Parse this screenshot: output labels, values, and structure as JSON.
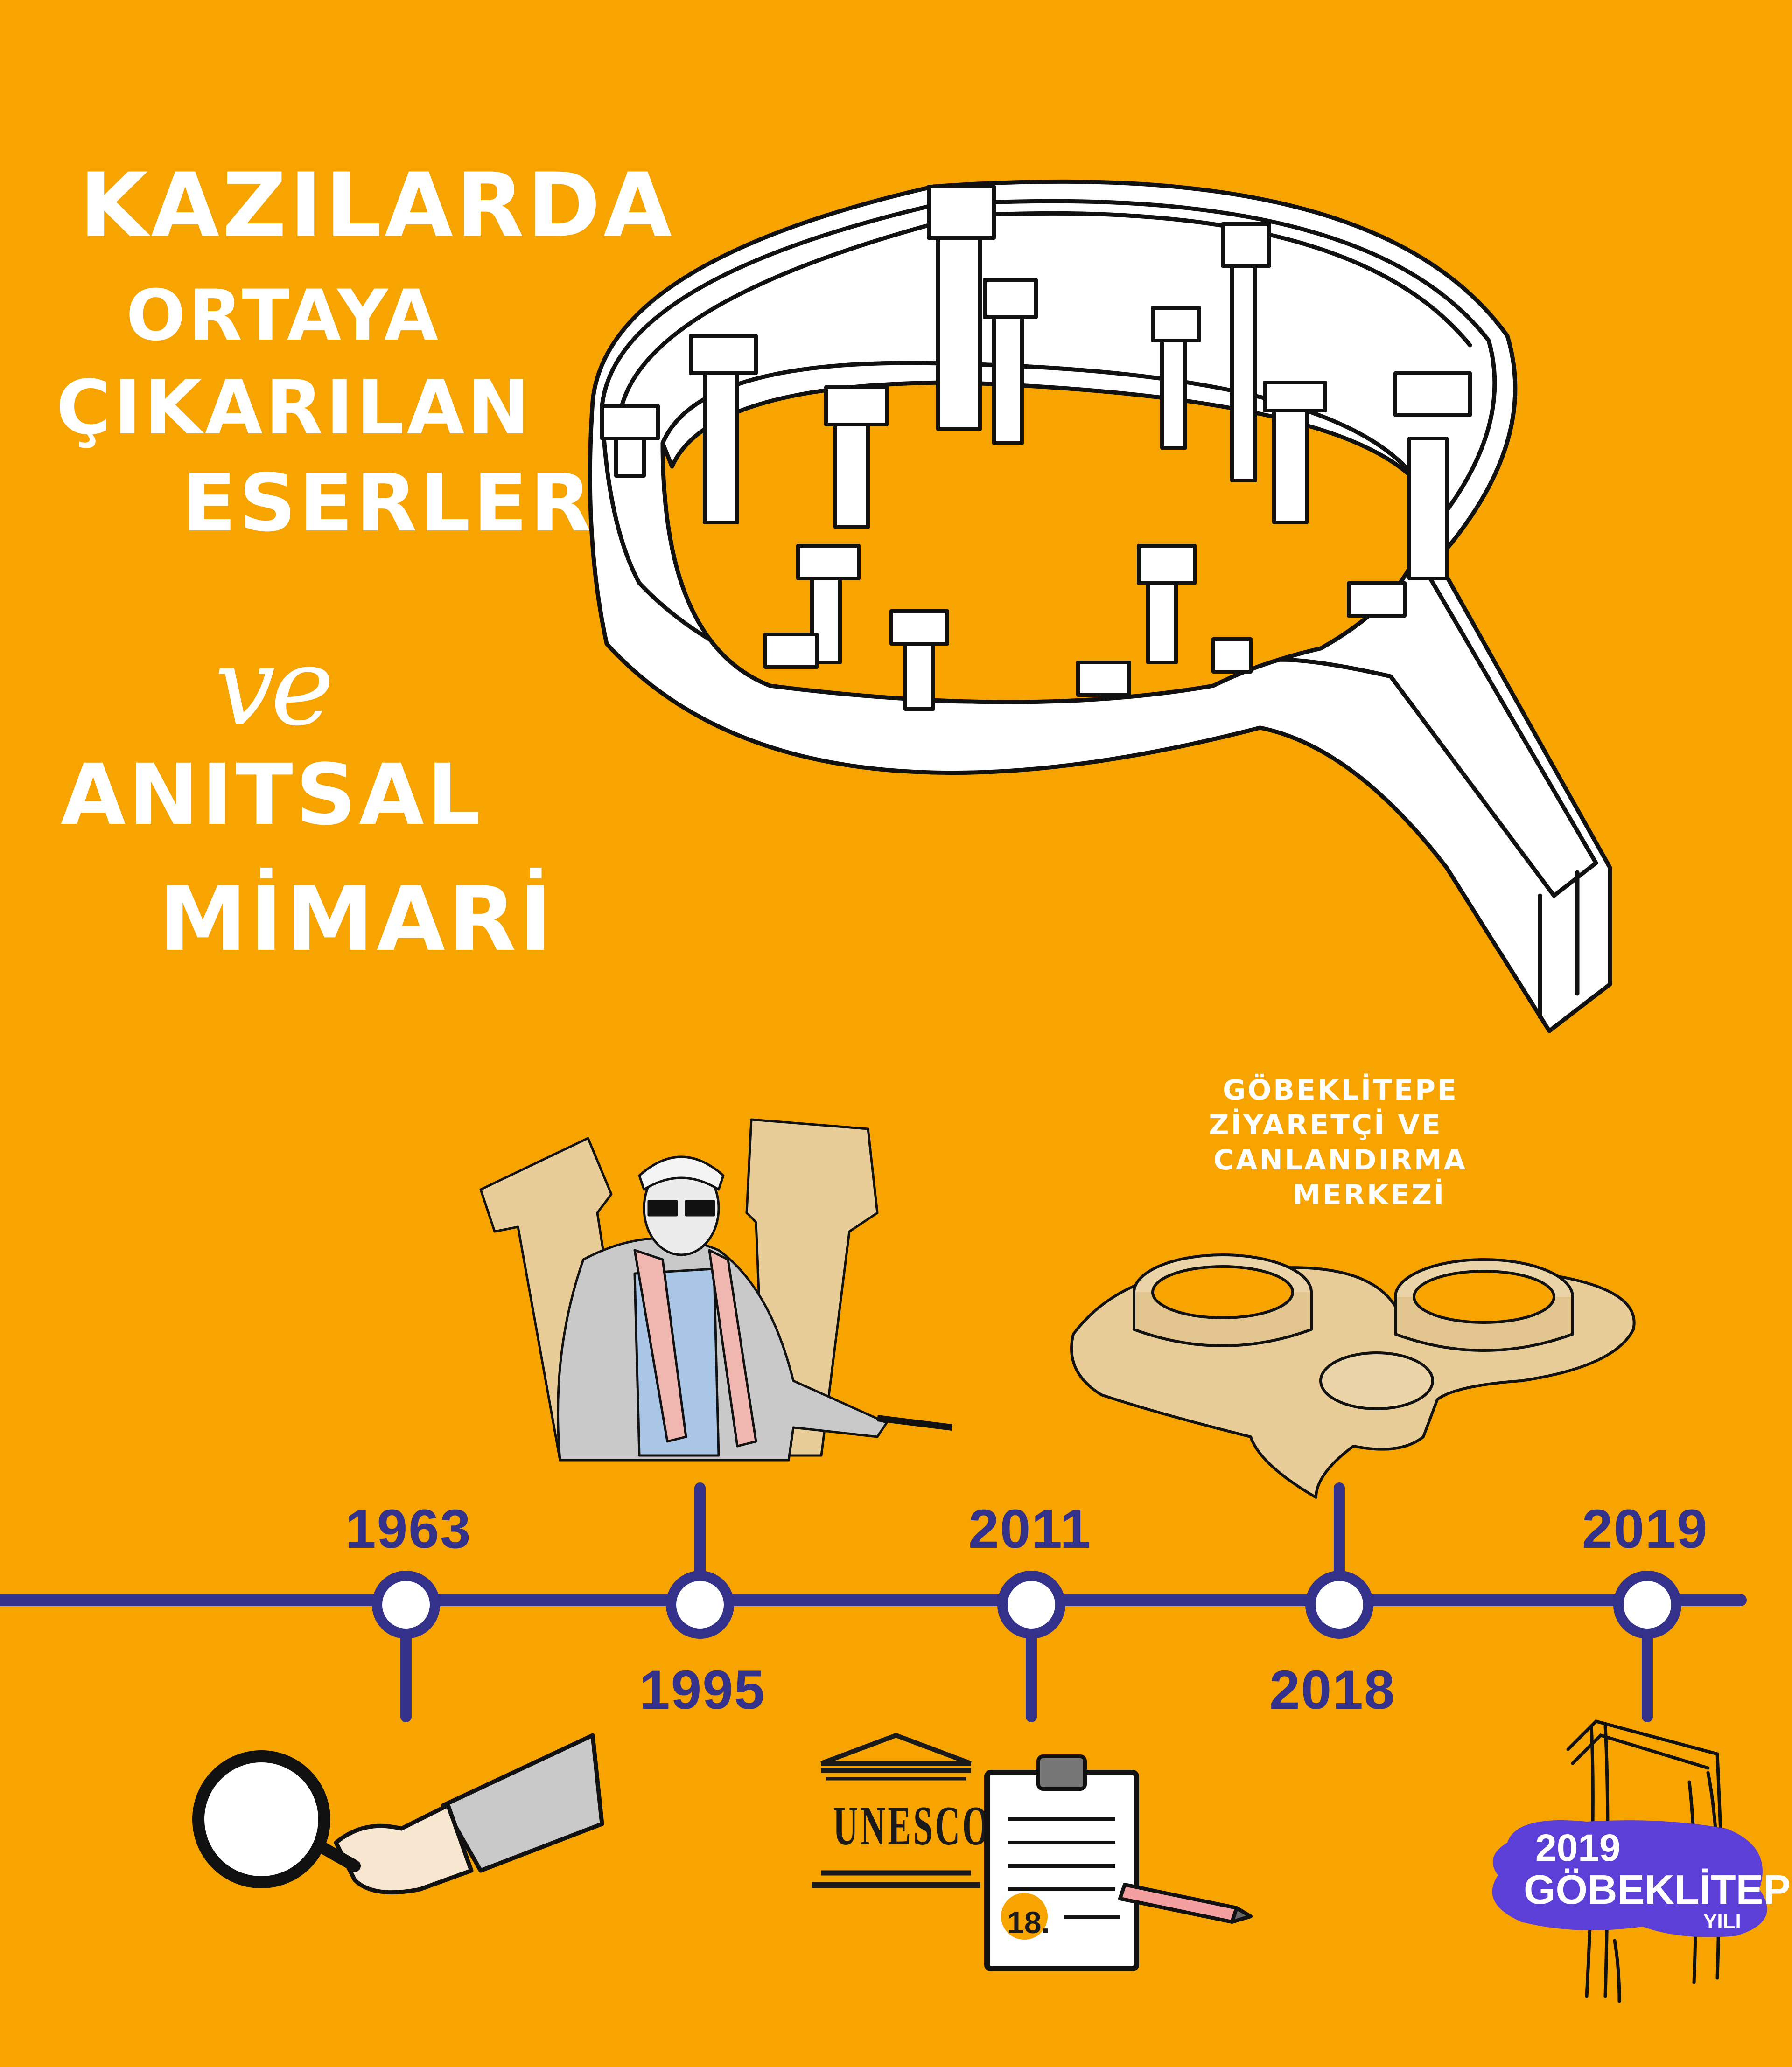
{
  "headline": {
    "line1": "KAZILARDA",
    "line2": "ORTAYA",
    "line3": "ÇIKARILAN",
    "line4": "ESERLER",
    "line5": "ve",
    "line6": "ANITSAL",
    "line7": "MİMARİ"
  },
  "visitor_center": {
    "line1": "GÖBEKLİTEPE",
    "line2": "ZİYARETÇİ VE",
    "line3": "CANLANDIRMA",
    "line4": "MERKEZİ"
  },
  "timeline": {
    "years": [
      "1963",
      "1995",
      "2011",
      "2018",
      "2019"
    ]
  },
  "unesco": {
    "word": "UNESCO",
    "list_number": "18."
  },
  "badge": {
    "year": "2019",
    "name": "GÖBEKLİTEPE",
    "suffix": "YILI"
  },
  "colors": {
    "background": "#F7A300",
    "timeline": "#33318A",
    "badge": "#5B3FD6",
    "stone": "#E8CD98"
  }
}
